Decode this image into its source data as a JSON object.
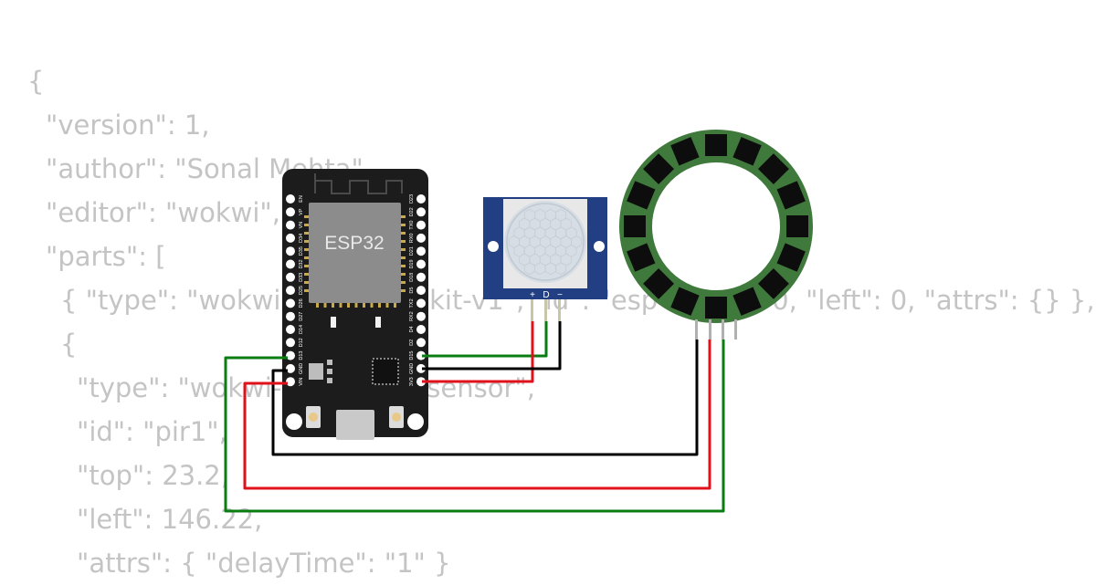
{
  "background_json_lines": [
    "{",
    "\"version\": 1,",
    "\"author\": \"Sonal Mehta\",",
    "\"editor\": \"wokwi\",",
    "\"parts\": [",
    "{ \"type\": \"wokwi-esp32-devkit-v1\", \"id\": \"esp\", \"top\": 0, \"left\": 0, \"attrs\": {} },",
    "{",
    "\"type\": \"wokwi-pir-motion-sensor\",",
    "\"id\": \"pir1\",",
    "\"top\": 23.2,",
    "\"left\": 146.22,",
    "\"attrs\": { \"delayTime\": \"1\" }"
  ],
  "esp32": {
    "chip_label": "ESP32",
    "left_pins": [
      "EN",
      "VP",
      "VN",
      "D34",
      "D35",
      "D32",
      "D33",
      "D25",
      "D26",
      "D27",
      "D14",
      "D12",
      "D13",
      "GND",
      "VIN"
    ],
    "right_pins": [
      "D23",
      "D22",
      "TX0",
      "RX0",
      "D21",
      "D19",
      "D18",
      "D5",
      "TX2",
      "RX2",
      "D4",
      "D2",
      "D15",
      "GND",
      "3V3"
    ]
  },
  "pir": {
    "pin_labels": [
      "+",
      "D",
      "−"
    ]
  },
  "wire_colors": {
    "green": "#0a7d12",
    "red": "#e0111b",
    "black": "#000000"
  }
}
